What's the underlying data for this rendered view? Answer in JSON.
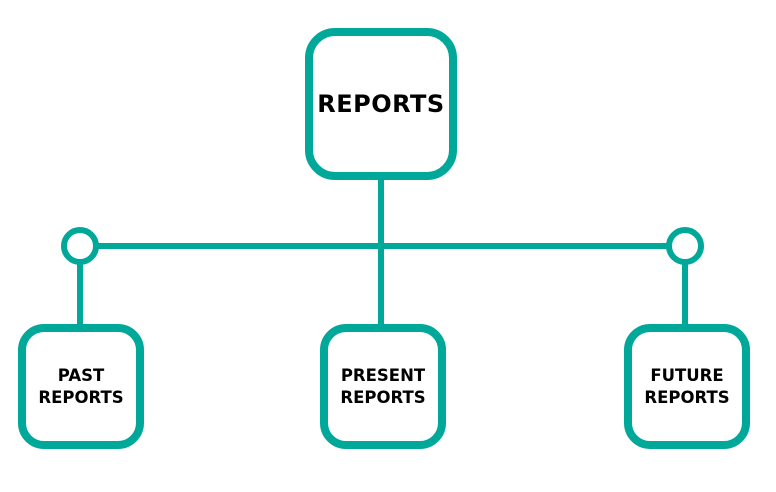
{
  "diagram": {
    "accent_color": "#00a89a",
    "root": {
      "label": "REPORTS"
    },
    "children": [
      {
        "label": "PAST\nREPORTS"
      },
      {
        "label": "PRESENT\nREPORTS"
      },
      {
        "label": "FUTURE\nREPORTS"
      }
    ]
  }
}
